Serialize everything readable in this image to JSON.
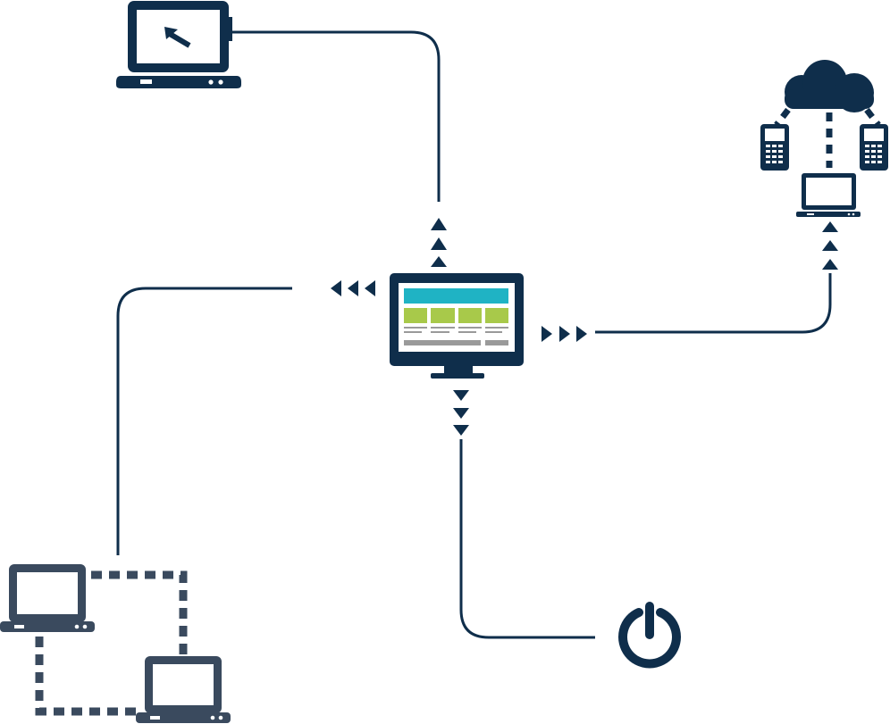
{
  "diagram": {
    "colors": {
      "navy": "#0f2e4b",
      "slate": "#3a4a5e",
      "screen_white": "#ffffff",
      "banner_teal": "#1fb3c4",
      "tile_green": "#a8c94a",
      "text_gray": "#9a9a9a"
    },
    "nodes": [
      {
        "id": "central-monitor",
        "icon": "dashboard-monitor-icon"
      },
      {
        "id": "top-laptop",
        "icon": "laptop-cursor-icon"
      },
      {
        "id": "cloud-cluster",
        "icon": "cloud-icon"
      },
      {
        "id": "cloud-phone-left",
        "icon": "mobile-phone-icon"
      },
      {
        "id": "cloud-phone-right",
        "icon": "mobile-phone-icon"
      },
      {
        "id": "cloud-laptop",
        "icon": "laptop-icon"
      },
      {
        "id": "power-node",
        "icon": "power-icon"
      },
      {
        "id": "network-laptop-a",
        "icon": "laptop-icon"
      },
      {
        "id": "network-laptop-b",
        "icon": "laptop-icon"
      }
    ],
    "edges": [
      {
        "from": "central-monitor",
        "to": "top-laptop",
        "arrow": "up-arrows"
      },
      {
        "from": "central-monitor",
        "to": "cloud-laptop",
        "arrow": "right-arrows"
      },
      {
        "from": "central-monitor",
        "to": "power-node",
        "arrow": "down-arrows"
      },
      {
        "from": "central-monitor",
        "to": "network-laptop-a",
        "arrow": "left-arrows"
      }
    ]
  }
}
